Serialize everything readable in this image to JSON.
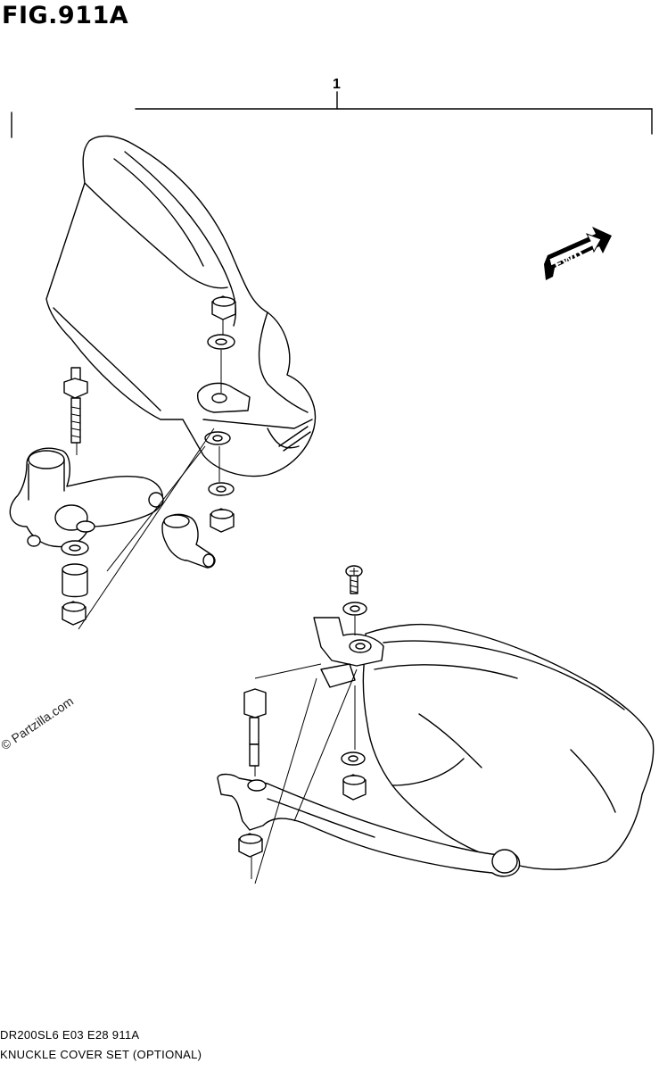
{
  "figure": {
    "title": "FIG.911A",
    "ref_number": "1",
    "fwd_label": "FWD"
  },
  "watermark": "© Partzilla.com",
  "footer": {
    "code": "DR200SL6  E03  E28  911A",
    "description": "KNUCKLE COVER SET (OPTIONAL)"
  }
}
